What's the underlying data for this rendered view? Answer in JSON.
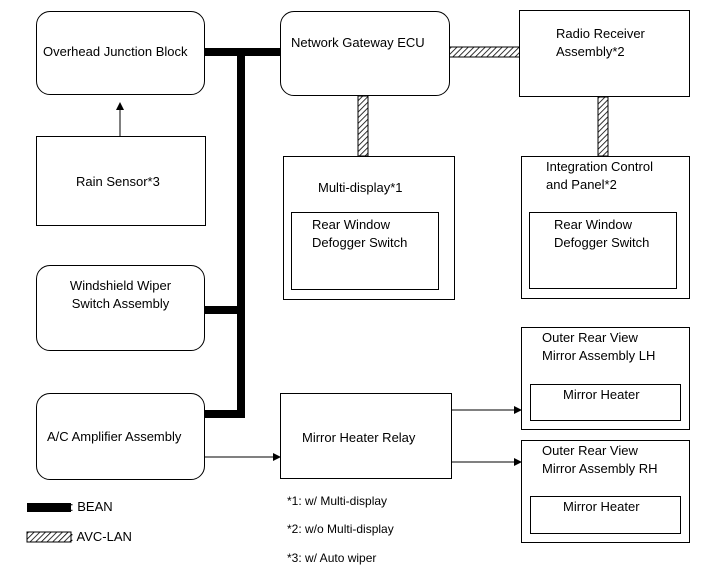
{
  "blocks": {
    "overhead_junction": "Overhead Junction Block",
    "network_gateway": "Network Gateway ECU",
    "radio_receiver_line1": "Radio Receiver",
    "radio_receiver_line2": "Assembly*2",
    "rain_sensor": "Rain Sensor*3",
    "multi_display": "Multi-display*1",
    "rear_window_switch_line1": "Rear Window",
    "rear_window_switch_line2": "Defogger Switch",
    "integration_panel_line1": "Integration Control",
    "integration_panel_line2": "and Panel*2",
    "wiper_switch_line1": "Windshield Wiper",
    "wiper_switch_line2": "Switch Assembly",
    "ac_amplifier": "A/C Amplifier Assembly",
    "mirror_heater_relay": "Mirror Heater Relay",
    "outer_mirror_lh_line1": "Outer Rear View",
    "outer_mirror_lh_line2": "Mirror Assembly LH",
    "outer_mirror_rh_line1": "Outer Rear View",
    "outer_mirror_rh_line2": "Mirror Assembly RH",
    "mirror_heater": "Mirror Heater"
  },
  "legend": {
    "bean": ": BEAN",
    "avc_lan": ": AVC-LAN"
  },
  "notes": [
    "*1: w/ Multi-display",
    "*2: w/o Multi-display",
    "*3: w/ Auto wiper"
  ]
}
